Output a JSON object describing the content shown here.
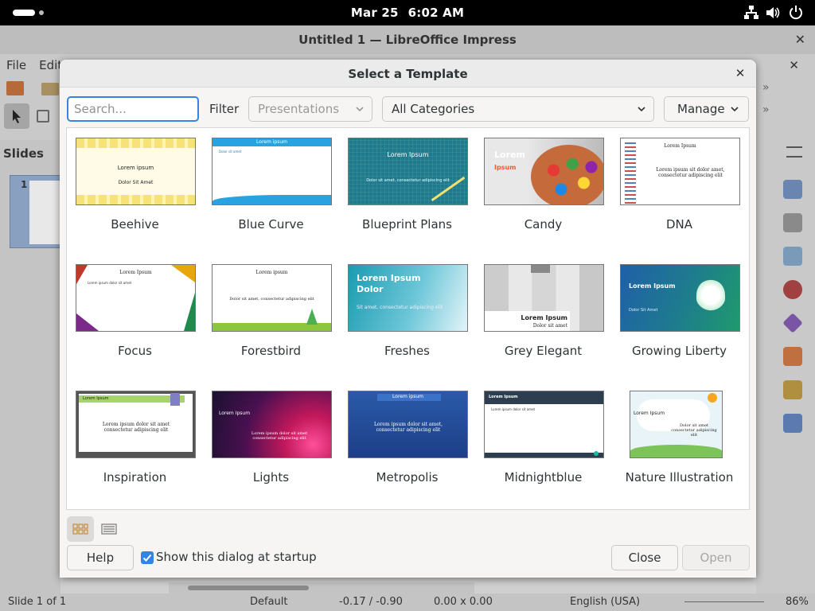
{
  "system": {
    "date": "Mar 25",
    "time": "6:02 AM"
  },
  "app": {
    "title": "Untitled 1 — LibreOffice Impress",
    "menu": [
      "File",
      "Edit"
    ],
    "slides_label": "Slides",
    "slide_number": "1"
  },
  "statusbar": {
    "slide": "Slide 1 of 1",
    "layout": "Default",
    "position": "-0.17 / -0.90",
    "size": "0.00 x 0.00",
    "language": "English (USA)",
    "zoom": "86%"
  },
  "dialog": {
    "title": "Select a Template",
    "search_placeholder": "Search...",
    "filter_label": "Filter",
    "filter_value": "Presentations",
    "category_value": "All Categories",
    "manage_label": "Manage",
    "help_label": "Help",
    "show_startup_label": "Show this dialog at startup",
    "show_startup_checked": true,
    "close_label": "Close",
    "open_label": "Open"
  },
  "templates": [
    {
      "name": "Beehive",
      "thumb_text": "Lorem ipsum",
      "thumb_sub": "Dolor Sit Amet"
    },
    {
      "name": "Blue Curve",
      "thumb_text": "Lorem ipsum",
      "thumb_sub": "Dolor sit amet"
    },
    {
      "name": "Blueprint Plans",
      "thumb_text": "Lorem Ipsum",
      "thumb_sub": "Dolor sit amet, consectetur adipiscing elit"
    },
    {
      "name": "Candy",
      "thumb_text": "Lorem",
      "thumb_sub": "Ipsum"
    },
    {
      "name": "DNA",
      "thumb_text": "Lorem Ipsum",
      "thumb_sub": "Lorem ipsum sit dolor amet, consectetur adipiscing elit"
    },
    {
      "name": "Focus",
      "thumb_text": "Lorem Ipsum",
      "thumb_sub": "Lorem ipsum dolor sit amet"
    },
    {
      "name": "Forestbird",
      "thumb_text": "Lorem ipsum",
      "thumb_sub": "Dolor sit amet, consectetur adipiscing elit"
    },
    {
      "name": "Freshes",
      "thumb_text": "Lorem Ipsum Dolor",
      "thumb_sub": "Sit amet, consectetur adipiscing elit"
    },
    {
      "name": "Grey Elegant",
      "thumb_text": "Lorem Ipsum",
      "thumb_sub": "Dolor sit amet"
    },
    {
      "name": "Growing Liberty",
      "thumb_text": "Lorem Ipsum",
      "thumb_sub": "Dolor Sit Amet"
    },
    {
      "name": "Inspiration",
      "thumb_text": "Lorem Ipsum",
      "thumb_sub": "Lorem ipsum dolor sit amet consectetur adipiscing elit"
    },
    {
      "name": "Lights",
      "thumb_text": "Lorem Ipsum",
      "thumb_sub": "Lorem ipsum dolor sit amet consectetur adipiscing elit"
    },
    {
      "name": "Metropolis",
      "thumb_text": "Lorem ipsum",
      "thumb_sub": "Lorem ipsum dolor sit amet, consectetur adipiscing elit"
    },
    {
      "name": "Midnightblue",
      "thumb_text": "Lorem Ipsum",
      "thumb_sub": "Lorem ipsum dolor sit amet"
    },
    {
      "name": "Nature Illustration",
      "thumb_text": "Lorem Ipsum",
      "thumb_sub": "Dolor sit amet consectetur adipiscing elit"
    }
  ],
  "colors": {
    "accent": "#3584e4",
    "dialog_bg": "#f6f5f4"
  }
}
